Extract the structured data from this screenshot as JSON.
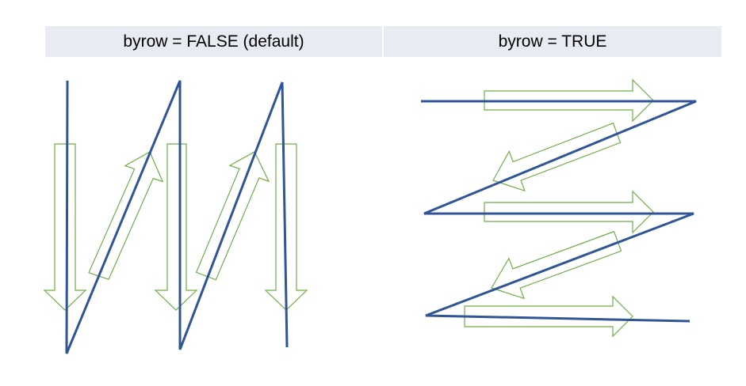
{
  "panels": {
    "left": {
      "label": "byrow = FALSE (default)"
    },
    "right": {
      "label": "byrow = TRUE"
    }
  },
  "colors": {
    "header_background": "#e8ebf2",
    "path_line": "#2f5597",
    "arrow_outline": "#70ad47"
  },
  "icons": {
    "fill_path": "zigzag-line",
    "fill_direction": "block-arrow-outline"
  }
}
